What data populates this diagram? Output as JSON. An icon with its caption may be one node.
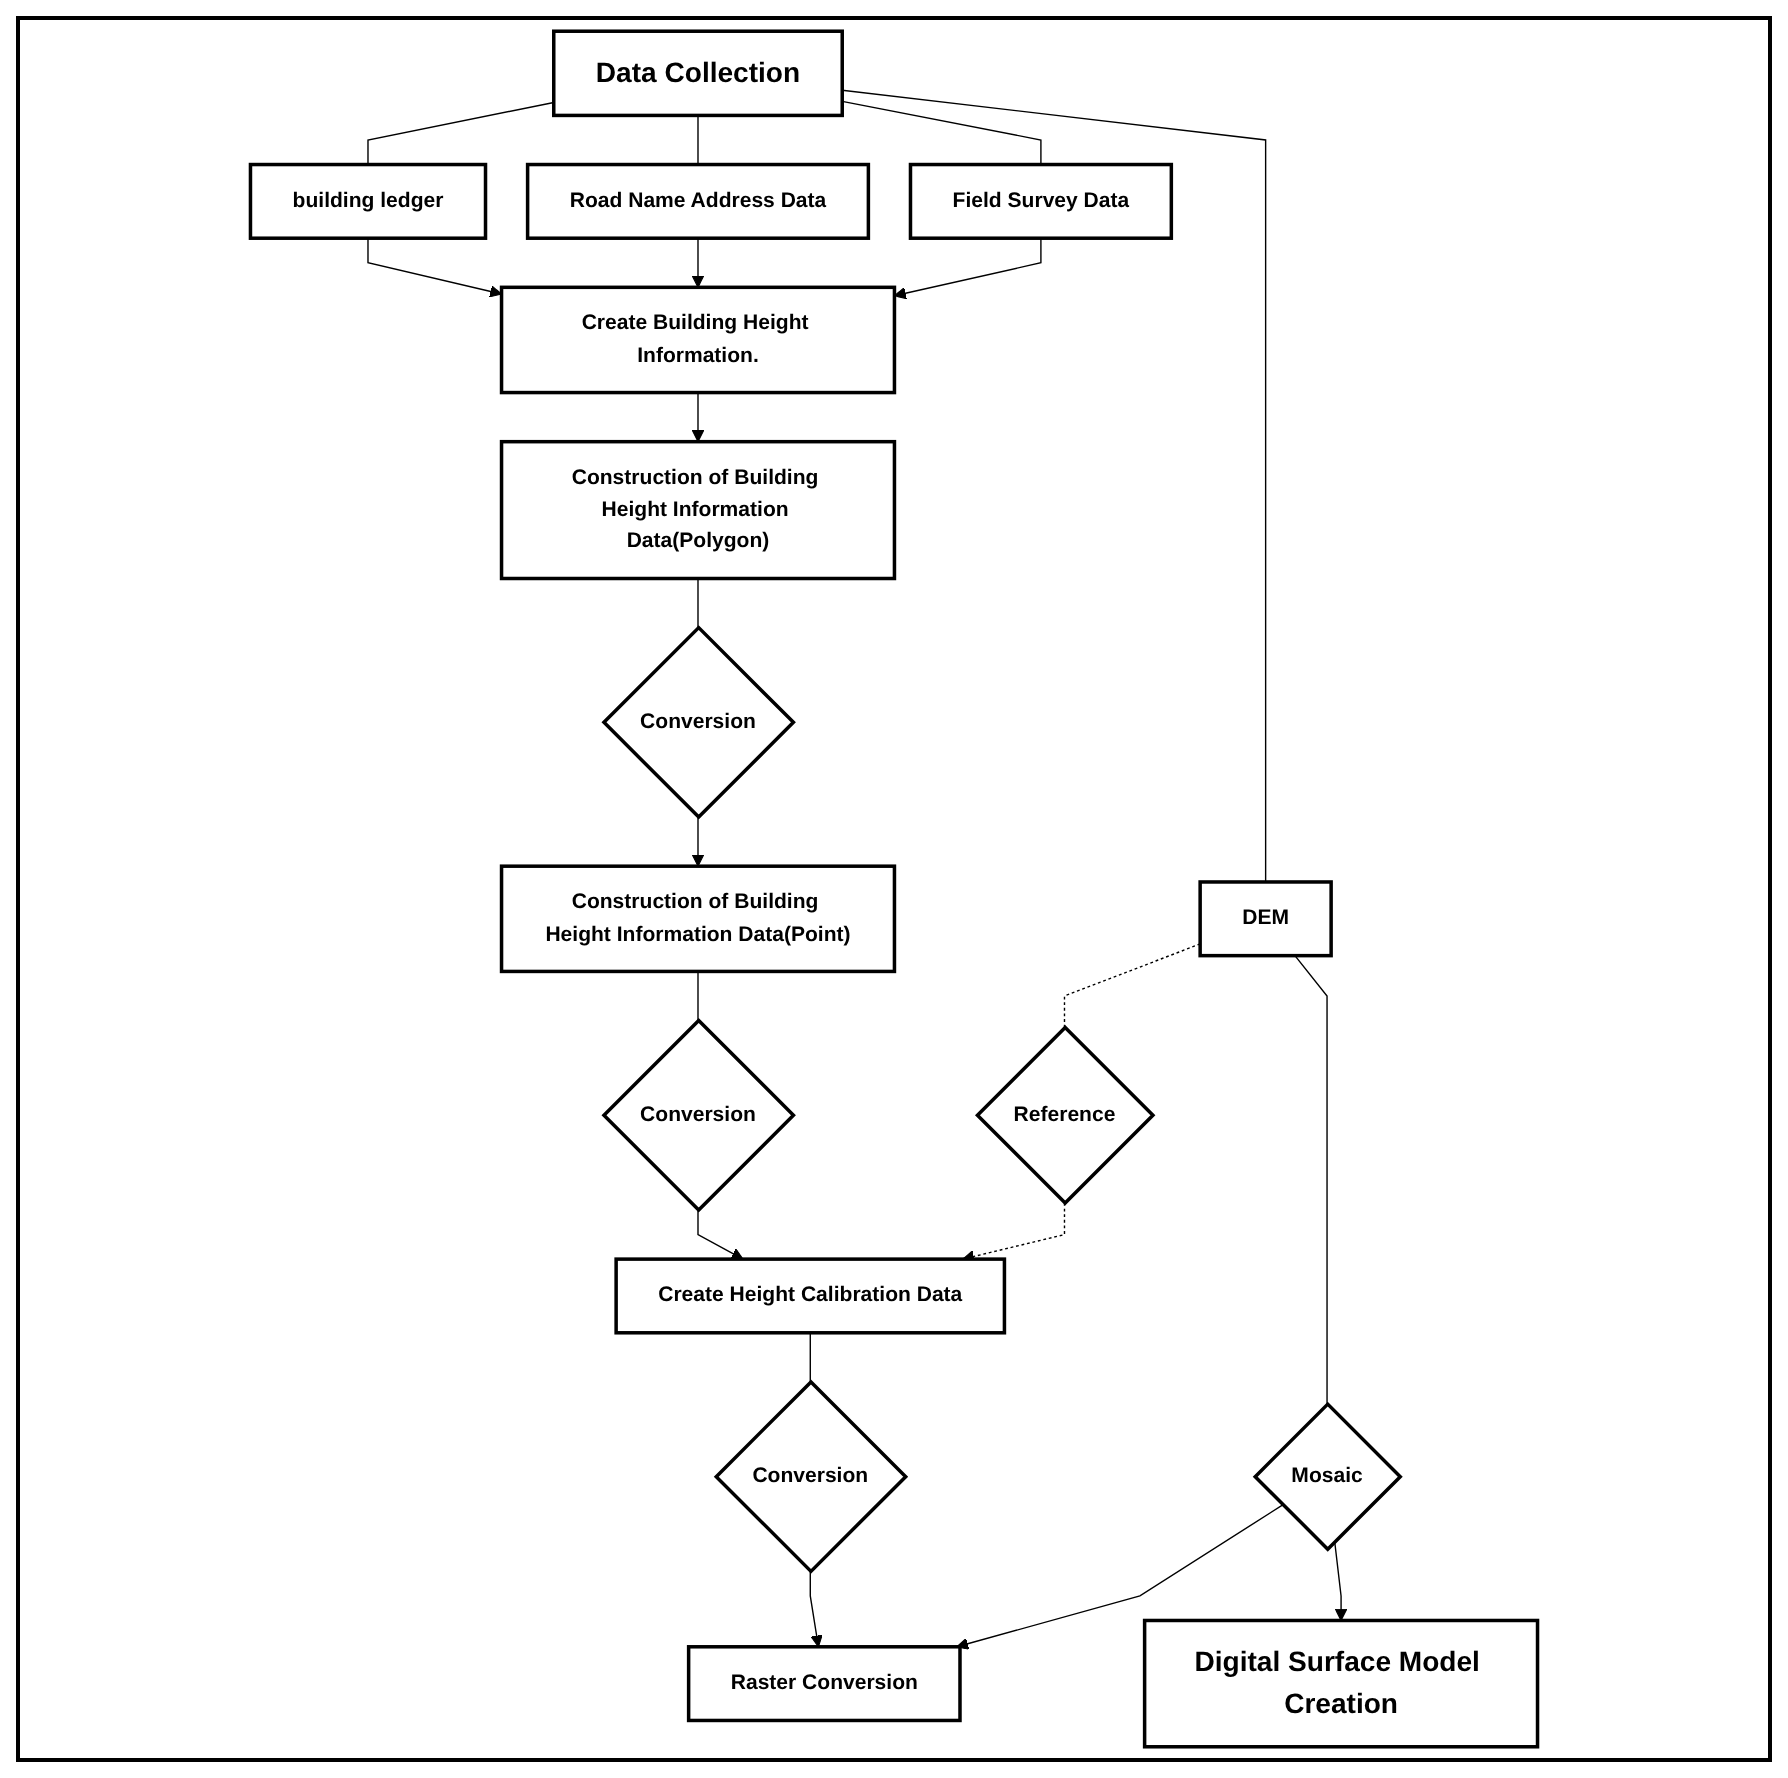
{
  "diagram": {
    "nodes": [
      {
        "text": [
          "Data Collection"
        ]
      },
      {
        "text": [
          "building ledger"
        ]
      },
      {
        "text": [
          "Road Name Address Data"
        ]
      },
      {
        "text": [
          "Field Survey Data"
        ]
      },
      {
        "text": [
          "DEM"
        ]
      },
      {
        "text": [
          "Create Building Height Information."
        ]
      },
      {
        "text": [
          "Construction of Building Height Information Data(Polygon)"
        ]
      },
      {
        "text": [
          "Conversion"
        ]
      },
      {
        "text": [
          "Construction of Building Height Information Data(Point)"
        ]
      },
      {
        "text": [
          "Conversion"
        ]
      },
      {
        "text": [
          "Create Height Calibration Data"
        ]
      },
      {
        "text": [
          "Reference"
        ]
      },
      {
        "text": [
          "Conversion"
        ]
      },
      {
        "text": [
          "Raster Conversion"
        ]
      },
      {
        "text": [
          "Mosaic"
        ]
      },
      {
        "text": [
          "Digital Surface Model Creation"
        ]
      }
    ],
    "edges": [
      {
        "from": 0,
        "to": 1,
        "arrow": "none"
      },
      {
        "from": 0,
        "to": 2,
        "arrow": "none"
      },
      {
        "from": 0,
        "to": 3,
        "arrow": "none"
      },
      {
        "from": 0,
        "to": 4,
        "arrow": "none"
      },
      {
        "from": 1,
        "to": 5,
        "arrow": "to"
      },
      {
        "from": 2,
        "to": 5,
        "arrow": "to"
      },
      {
        "from": 3,
        "to": 5,
        "arrow": "to"
      },
      {
        "from": 5,
        "to": 6,
        "arrow": "to"
      },
      {
        "from": 6,
        "to": 7,
        "arrow": "none"
      },
      {
        "from": 7,
        "to": 8,
        "arrow": "to"
      },
      {
        "from": 8,
        "to": 9,
        "arrow": "none"
      },
      {
        "from": 9,
        "to": 10,
        "arrow": "to"
      },
      {
        "from": 4,
        "to": 11,
        "arrow": "none",
        "style": "dashed"
      },
      {
        "from": 11,
        "to": 10,
        "arrow": "to",
        "style": "dashed"
      },
      {
        "from": 10,
        "to": 12,
        "arrow": "none"
      },
      {
        "from": 12,
        "to": 13,
        "arrow": "to"
      },
      {
        "from": 4,
        "to": 14,
        "arrow": "none"
      },
      {
        "from": 14,
        "to": 13,
        "arrow": "to"
      },
      {
        "from": 14,
        "to": 15,
        "arrow": "to"
      }
    ]
  }
}
